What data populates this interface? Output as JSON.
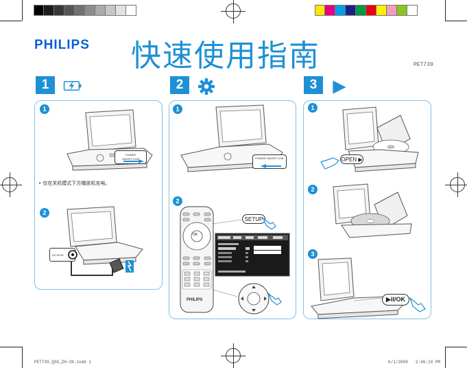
{
  "header": {
    "brand": "PHILIPS",
    "title": "快速使用指南",
    "model": "PET739"
  },
  "steps": [
    {
      "number": "1",
      "icon": "charge-icon"
    },
    {
      "number": "2",
      "icon": "gear-icon"
    },
    {
      "number": "3",
      "icon": "play-icon"
    }
  ],
  "panel1": {
    "sub1": "1",
    "sub2": "2",
    "switch_label": "POWER ON/OFF·CHR",
    "note": "•  仅在关机模式下方播放机充电。",
    "jack_label": "DC IN 9V"
  },
  "panel2": {
    "sub1": "1",
    "sub2": "2",
    "switch_label": "POWER ON/OFF·CHR",
    "setup_label": "SETUP",
    "remote_brand": "PHILIPS",
    "ok_label": "OK"
  },
  "panel3": {
    "sub1": "1",
    "sub2": "2",
    "sub3": "3",
    "open_label": "OPEN ▶",
    "playok_label": "▶II/OK"
  },
  "footer": {
    "file": "PET739_QSG_ZH-CN.indd   1",
    "date": "6/1/2009",
    "time": "2:46:10 PM"
  },
  "colors": {
    "accent": "#1e90d6",
    "brand": "#0b5ed7",
    "panel_border": "#7cc2ea"
  },
  "color_bar_left": [
    "#000000",
    "#1c1c1c",
    "#383838",
    "#555555",
    "#717171",
    "#8d8d8d",
    "#aaaaaa",
    "#c6c6c6",
    "#e2e2e2",
    "#ffffff"
  ],
  "color_bar_right": [
    "#ffe600",
    "#e6007e",
    "#00a0e9",
    "#1d2088",
    "#009944",
    "#e60012",
    "#fff100",
    "#f19ec2",
    "#8fc31f",
    "#ffffff"
  ]
}
